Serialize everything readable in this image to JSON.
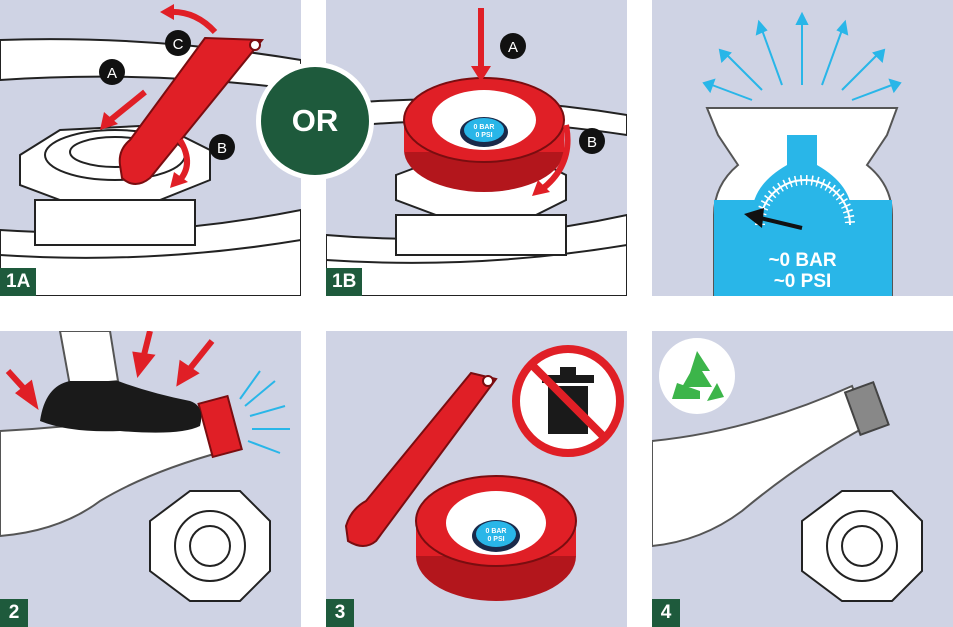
{
  "panels": [
    {
      "id": "1A",
      "label": "1A",
      "callouts": [
        "A",
        "B",
        "C"
      ]
    },
    {
      "id": "1B",
      "label": "1B",
      "callouts": [
        "A",
        "B"
      ]
    },
    {
      "id": "pressure",
      "readings": [
        "~0 BAR",
        "~0 PSI"
      ]
    },
    {
      "id": "2",
      "label": "2"
    },
    {
      "id": "3",
      "label": "3"
    },
    {
      "id": "4",
      "label": "4"
    }
  ],
  "or_label": "OR",
  "gauge": {
    "line1": "0 BAR",
    "line2": "0 PSI"
  },
  "colors": {
    "panel_bg": "#cfd3e4",
    "brand_green": "#1e5a3c",
    "red": "#e01f26",
    "blue": "#29b6e8",
    "recycle_green": "#3cb54a"
  },
  "icons": [
    "no-trash-icon",
    "recycle-icon"
  ]
}
